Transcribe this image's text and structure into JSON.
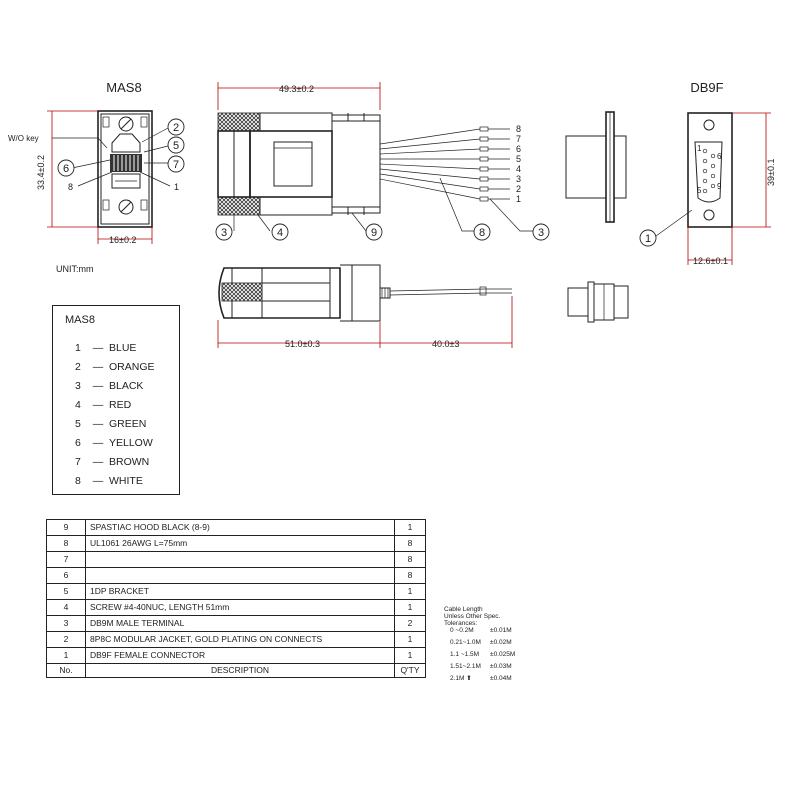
{
  "views": {
    "mas8_title": "MAS8",
    "db9f_title": "DB9F",
    "wo_key": "W/O key",
    "unit": "UNIT:mm"
  },
  "dimensions": {
    "mas8_height": "33.4±0.2",
    "mas8_width": "16±0.2",
    "top_length": "49.3±0.2",
    "db9f_height": "39±0.1",
    "db9f_width": "12.6±0.1",
    "body_length": "51.0±0.3",
    "wire_length": "40.0±3"
  },
  "wire_numbers": [
    "8",
    "7",
    "6",
    "5",
    "4",
    "3",
    "2",
    "1"
  ],
  "db9_pins": [
    "1",
    "6",
    "9",
    "5"
  ],
  "balloons": {
    "b1": "1",
    "b2": "2",
    "b3": "3",
    "b4": "4",
    "b5": "5",
    "b6": "6",
    "b7": "7",
    "b8": "8",
    "b9": "9"
  },
  "jack_leaders": {
    "left": "8",
    "right": "1"
  },
  "legend": {
    "title": "MAS8",
    "rows": [
      {
        "num": "1",
        "color": "BLUE"
      },
      {
        "num": "2",
        "color": "ORANGE"
      },
      {
        "num": "3",
        "color": "BLACK"
      },
      {
        "num": "4",
        "color": "RED"
      },
      {
        "num": "5",
        "color": "GREEN"
      },
      {
        "num": "6",
        "color": "YELLOW"
      },
      {
        "num": "7",
        "color": "BROWN"
      },
      {
        "num": "8",
        "color": "WHITE"
      }
    ]
  },
  "bom": {
    "rows": [
      {
        "no": "9",
        "desc": "SPASTIAC HOOD BLACK (8-9)",
        "qty": "1"
      },
      {
        "no": "8",
        "desc": "UL1061 26AWG L=75mm",
        "qty": "8"
      },
      {
        "no": "7",
        "desc": "",
        "qty": "8"
      },
      {
        "no": "6",
        "desc": "",
        "qty": "8"
      },
      {
        "no": "5",
        "desc": "1DP BRACKET",
        "qty": "1"
      },
      {
        "no": "4",
        "desc": "SCREW #4-40NUC, LENGTH 51mm",
        "qty": "1"
      },
      {
        "no": "3",
        "desc": "DB9M MALE TERMINAL",
        "qty": "2"
      },
      {
        "no": "2",
        "desc": "8P8C MODULAR JACKET, GOLD PLATING ON CONNECTS",
        "qty": "1"
      },
      {
        "no": "1",
        "desc": "DB9F FEMALE CONNECTOR",
        "qty": "1"
      }
    ],
    "header": {
      "no": "No.",
      "desc": "DESCRIPTION",
      "qty": "Q'TY"
    }
  },
  "tolerances": {
    "title1": "Cable Length",
    "title2": "Unless Other Spec.",
    "title3": "Tolerances:",
    "rows": [
      {
        "range": "0  ~0.2M",
        "tol": "±0.01M"
      },
      {
        "range": "0.21~1.0M",
        "tol": "±0.02M"
      },
      {
        "range": "1.1 ~1.5M",
        "tol": "±0.025M"
      },
      {
        "range": "1.51~2.1M",
        "tol": "±0.03M"
      },
      {
        "range": "2.1M ⬆",
        "tol": "±0.04M"
      }
    ]
  },
  "colors": {
    "dimension": "#b00000",
    "line": "#222222"
  }
}
